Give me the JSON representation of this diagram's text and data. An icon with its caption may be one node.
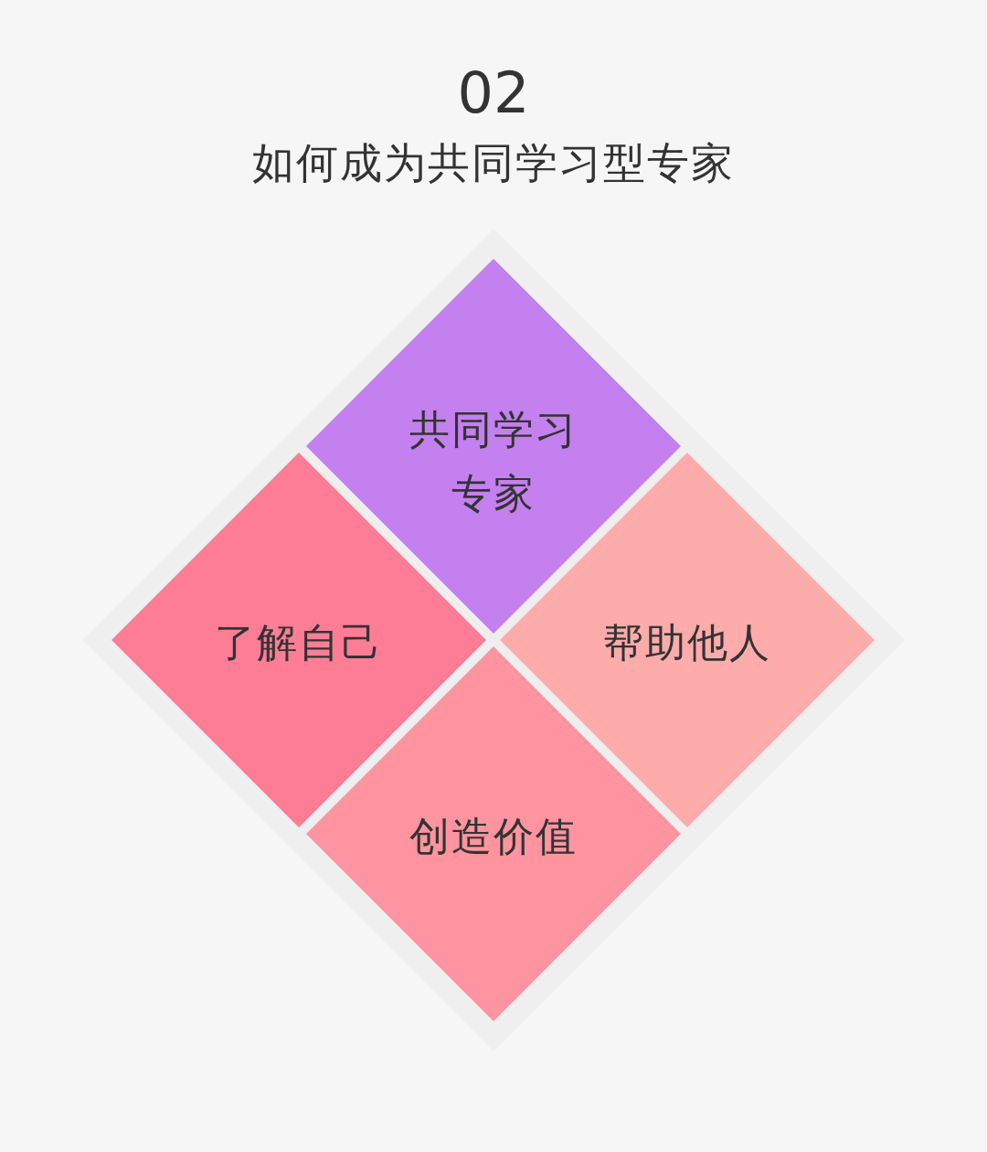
{
  "diagram": {
    "title": "如何成为共同学习型专家",
    "nodes": [
      {
        "text": [
          "共同学习专家"
        ]
      },
      {
        "text": [
          "了解自己"
        ]
      },
      {
        "text": [
          "帮助他人"
        ]
      },
      {
        "text": [
          "创造价值"
        ]
      }
    ],
    "labels": [
      "02"
    ]
  }
}
